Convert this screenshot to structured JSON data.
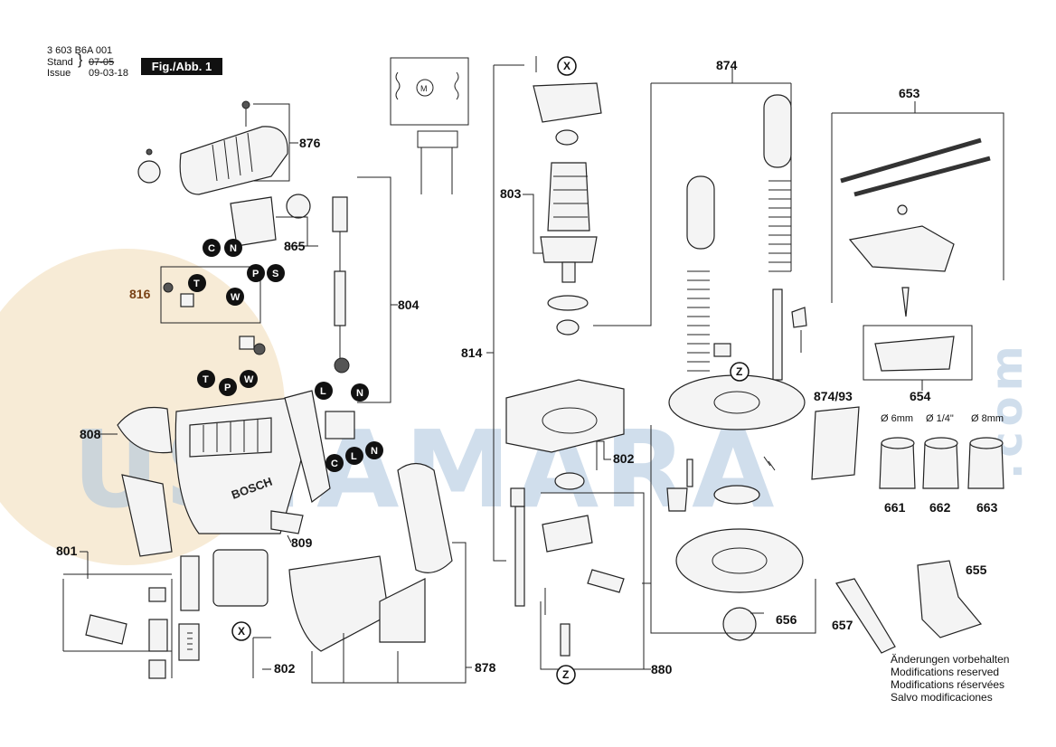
{
  "header": {
    "doc_number": "3 603 B6A 001",
    "stand_label": "Stand",
    "issue_label": "Issue",
    "stand_value_struck": "07-05",
    "issue_date": "09-03-18",
    "figure_label": "Fig./Abb. 1"
  },
  "part_numbers": {
    "p876": "876",
    "p865": "865",
    "p816": "816",
    "p804": "804",
    "p808": "808",
    "p809": "809",
    "p801": "801",
    "p802a": "802",
    "p878": "878",
    "p803": "803",
    "p814": "814",
    "p802b": "802",
    "p880": "880",
    "p874": "874",
    "p653": "653",
    "p654": "654",
    "p874_93": "874/93",
    "p661": "661",
    "p662": "662",
    "p663": "663",
    "p655": "655",
    "p656": "656",
    "p657": "657"
  },
  "callouts": {
    "c1": "C",
    "n1": "N",
    "p1": "P",
    "s1": "S",
    "t1": "T",
    "w1": "W",
    "t2": "T",
    "p2": "P",
    "w2": "W",
    "l1": "L",
    "n2": "N",
    "c2": "C",
    "l2": "L",
    "n3": "N",
    "x1": "X",
    "x2": "X",
    "z1": "Z",
    "z2": "Z"
  },
  "collet_sizes": {
    "s6mm": "Ø 6mm",
    "s14in": "Ø 1/4\"",
    "s8mm": "Ø 8mm"
  },
  "label_on_housing": "BOSCH",
  "watermark": "USTAMARA",
  "watermark_suffix": ".com",
  "footnote": {
    "de": "Änderungen vorbehalten",
    "en": "Modifications reserved",
    "fr": "Modifications réservées",
    "es": "Salvo modificaciones"
  }
}
